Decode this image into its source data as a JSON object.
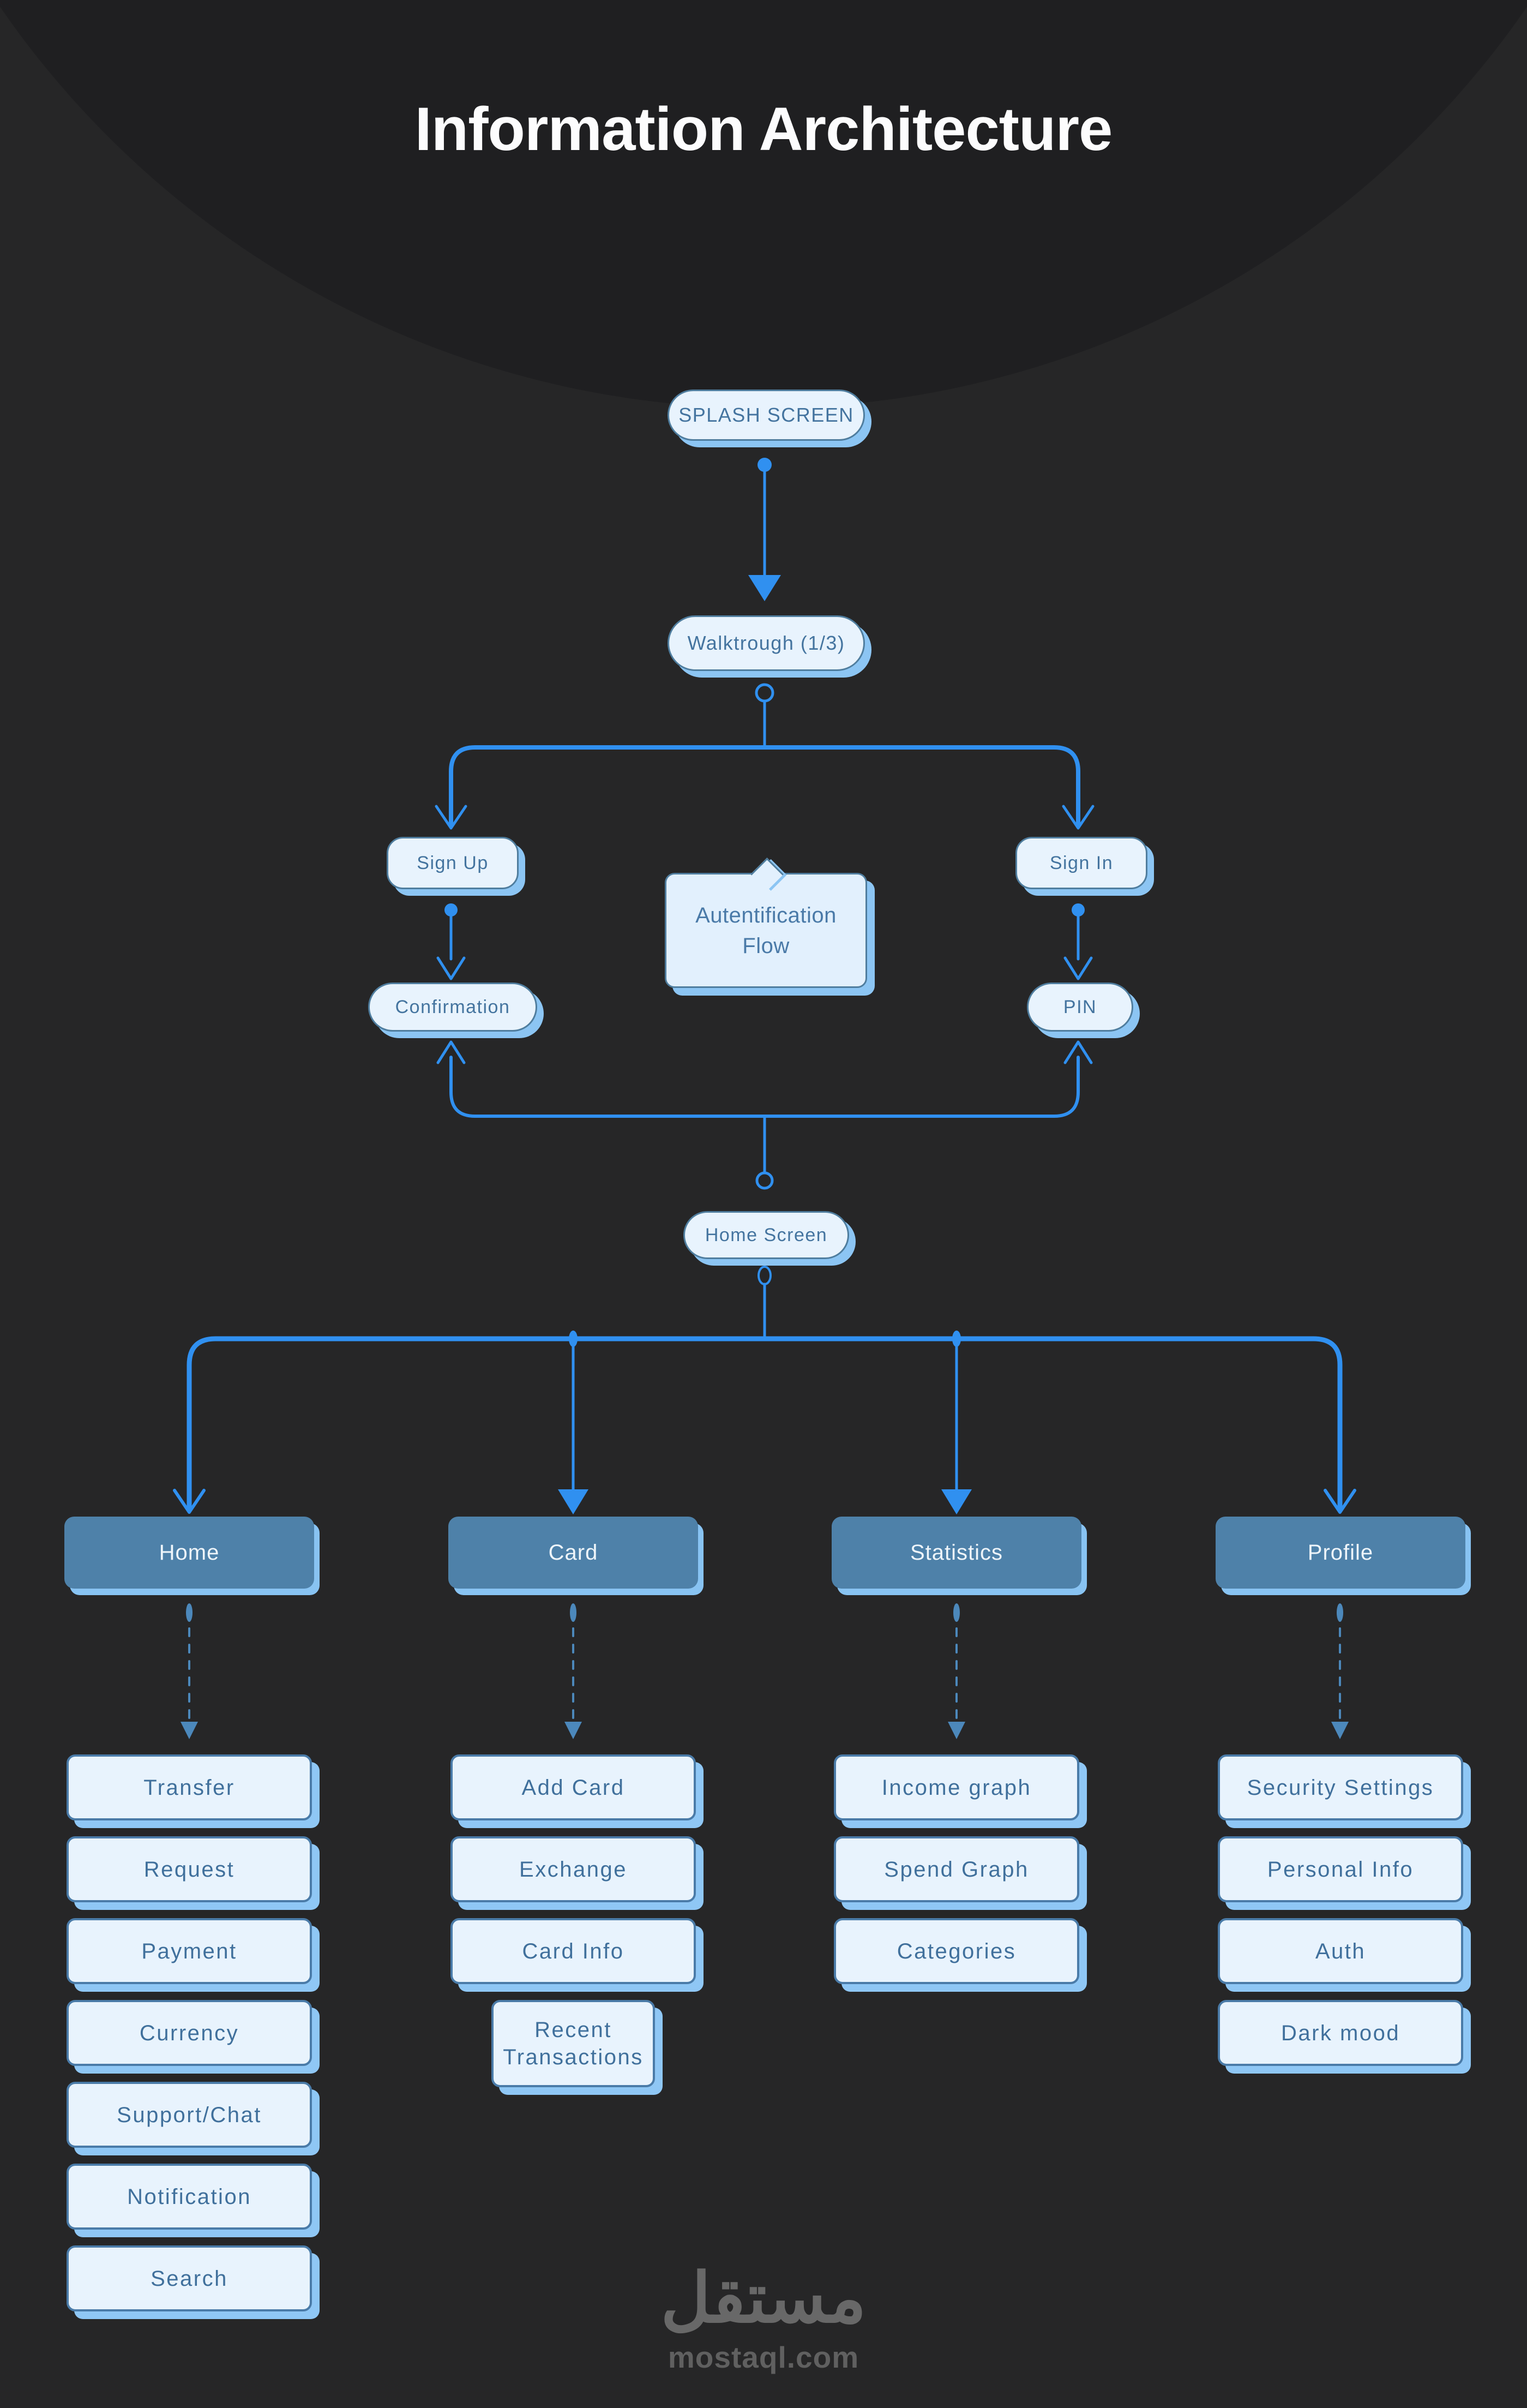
{
  "title": "Information Architecture",
  "flow": {
    "splash": "SPLASH SCREEN",
    "walkthrough": "Walktrough (1/3)",
    "sign_up": "Sign Up",
    "sign_in": "Sign In",
    "auth_flow_line1": "Autentification",
    "auth_flow_line2": "Flow",
    "confirmation": "Confirmation",
    "pin": "PIN",
    "home_screen": "Home Screen"
  },
  "sections": [
    {
      "label": "Home",
      "items": [
        "Transfer",
        "Request",
        "Payment",
        "Currency",
        "Support/Chat",
        "Notification",
        "Search"
      ]
    },
    {
      "label": "Card",
      "items": [
        "Add Card",
        "Exchange",
        "Card Info",
        "Recent Transactions"
      ]
    },
    {
      "label": "Statistics",
      "items": [
        "Income graph",
        "Spend Graph",
        "Categories"
      ]
    },
    {
      "label": "Profile",
      "items": [
        "Security Settings",
        "Personal Info",
        "Auth",
        "Dark mood"
      ]
    }
  ],
  "footer": {
    "logo_arabic": "مستقل",
    "logo_domain": "mostaql.com"
  },
  "colors": {
    "background": "#262627",
    "top_circle": "#1f1f21",
    "connector_blue": "#3090f0",
    "dashed_blue": "#4c88bb",
    "node_fill": "#e8f3fd",
    "node_border": "#4f7d9e",
    "node_shadow": "#8cc5f3",
    "node_text": "#44749f",
    "section_header_fill": "#4e81a9",
    "section_header_text": "#eef5fa",
    "logo_gray": "#686868"
  }
}
